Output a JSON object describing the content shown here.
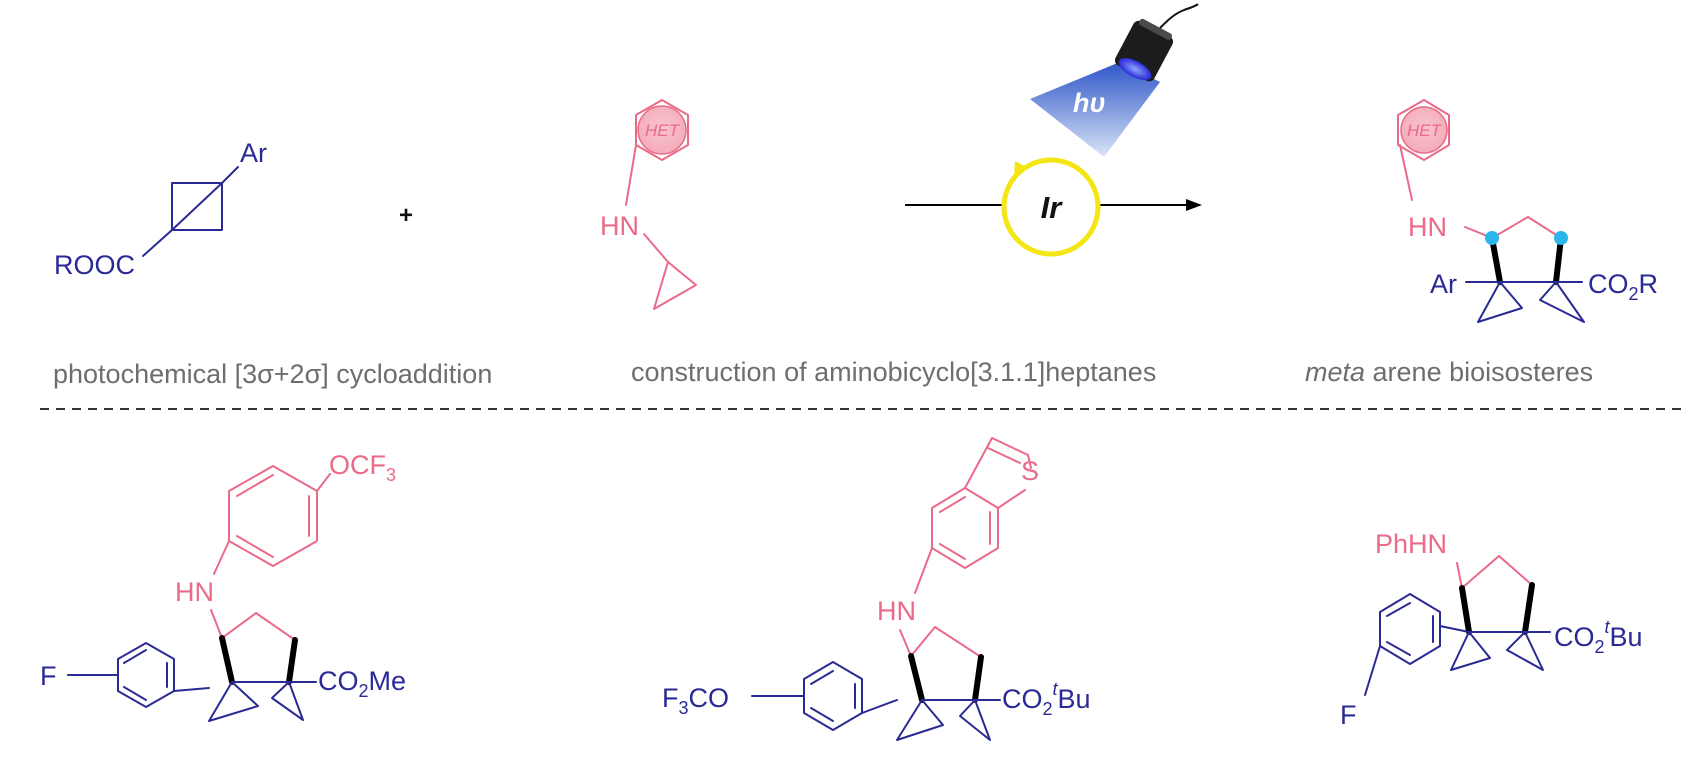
{
  "reaction": {
    "reactant1": {
      "aryl": "Ar",
      "ester": "ROOC"
    },
    "plus": "+",
    "reactant2": {
      "het": "HET",
      "amine": "HN"
    },
    "light": "hυ",
    "catalyst": "Ir",
    "product": {
      "het": "HET",
      "amine": "HN",
      "aryl": "Ar",
      "ester_main": "CO",
      "ester_sub": "2",
      "ester_tail": "R"
    }
  },
  "captions": {
    "left": "photochemical [3σ+2σ] cycloaddition",
    "middle": "construction of aminobicyclo[3.1.1]heptanes",
    "right_em": "meta",
    "right_rest": " arene bioisosteres"
  },
  "examples": {
    "ex1": {
      "subst_main": "OCF",
      "subst_sub": "3",
      "amine": "HN",
      "halogen": "F",
      "ester_main": "CO",
      "ester_sub": "2",
      "ester_tail": "Me"
    },
    "ex2": {
      "heteroatom": "S",
      "amine": "HN",
      "subst_main": "F",
      "subst_sub": "3",
      "subst_tail": "CO",
      "ester_main": "CO",
      "ester_sub": "2",
      "ester_sup": "t",
      "ester_tail": "Bu"
    },
    "ex3": {
      "amine": "PhHN",
      "halogen": "F",
      "ester_main": "CO",
      "ester_sub": "2",
      "ester_sup": "t",
      "ester_tail": "Bu"
    }
  },
  "colors": {
    "core": "#2a2a95",
    "amine": "#ea6a88",
    "catalyst_ring": "#f4e514",
    "highlight": "#2cb5e8",
    "caption": "#6e6e6e"
  }
}
